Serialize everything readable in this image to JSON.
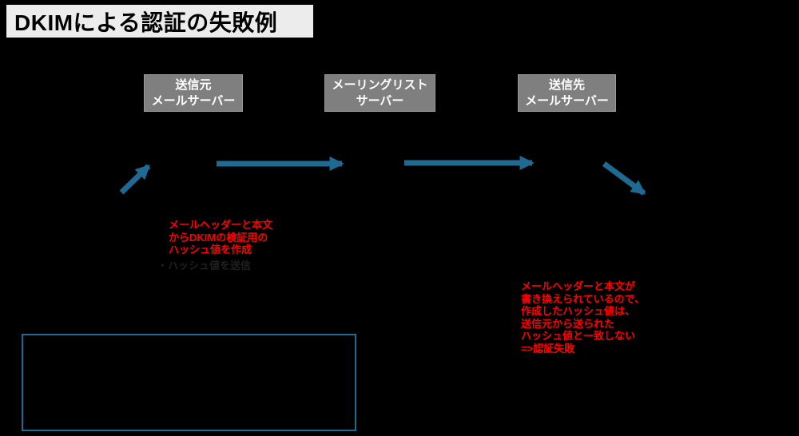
{
  "title": "DKIMによる認証の失敗例",
  "colors": {
    "background": "#000000",
    "title_bg": "#ECECEC",
    "title_text": "#000000",
    "server_box_bg": "#7F7F7F",
    "server_box_text": "#FFFFFF",
    "arrow_blue": "#1F6A92",
    "annotation_red": "#FF0000",
    "annotation_dark": "#1F1F1F",
    "callout_border": "#1F6A92"
  },
  "servers": [
    {
      "lines": [
        "送信元",
        "メールサーバー"
      ]
    },
    {
      "lines": [
        "メーリングリスト",
        "サーバー"
      ]
    },
    {
      "lines": [
        "送信先",
        "メールサーバー"
      ]
    }
  ],
  "annotations": {
    "sender_note": {
      "lines": [
        "メールヘッダーと本文",
        "からDKIMの検証用の",
        "ハッシュ値を作成"
      ]
    },
    "sender_subnote": "・ハッシュ値を送信",
    "receiver_note": {
      "lines": [
        "メールヘッダーと本文が",
        "書き換えられているので、",
        "作成したハッシュ値は、",
        "送信元から送られた",
        "ハッシュ値と一致しない",
        "=>認証失敗"
      ]
    }
  }
}
